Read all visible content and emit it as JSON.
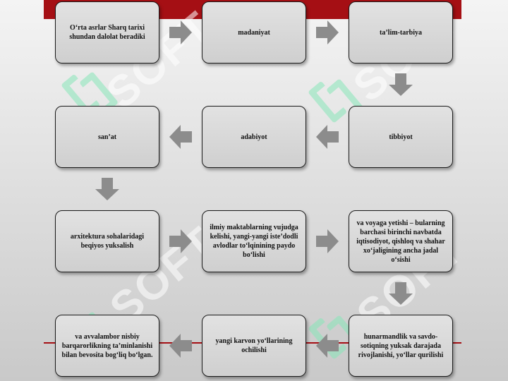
{
  "nodes": [
    {
      "id": "n1",
      "text": "O‘rta asrlar Sharq tarixi shundan dalolat beradiki"
    },
    {
      "id": "n2",
      "text": "madaniyat"
    },
    {
      "id": "n3",
      "text": "ta’lim-tarbiya"
    },
    {
      "id": "n4",
      "text": "tibbiyot"
    },
    {
      "id": "n5",
      "text": "adabiyot"
    },
    {
      "id": "n6",
      "text": "san’at"
    },
    {
      "id": "n7",
      "text": "arxitektura sohalaridagi beqiyos yuksalish"
    },
    {
      "id": "n8",
      "text": "ilmiy maktablarning vujudga kelishi, yangi-yangi iste’dodli avlodlar to‘lqinining paydo bo‘lishi"
    },
    {
      "id": "n9",
      "text": "va voyaga yetishi – bularning barchasi birinchi navbatda iqtisodiyot, qishloq va shahar xo‘jaligining ancha jadal o‘sishi"
    },
    {
      "id": "n10",
      "text": "hunarmandlik va savdo-sotiqning yuksak darajada rivojlanishi, yo‘llar qurilishi"
    },
    {
      "id": "n11",
      "text": "yangi karvon yo‘llarining ochilishi"
    },
    {
      "id": "n12",
      "text": "va avvalambor nisbiy barqarorlikning ta’minlanishi bilan bevosita bog‘liq bo‘lgan."
    }
  ],
  "watermark": {
    "text": "SOFT",
    "color": "#87e6b9"
  },
  "colors": {
    "band": "#a50f14",
    "arrow": "#8c8c8c",
    "box_border": "#1a1a1a"
  }
}
